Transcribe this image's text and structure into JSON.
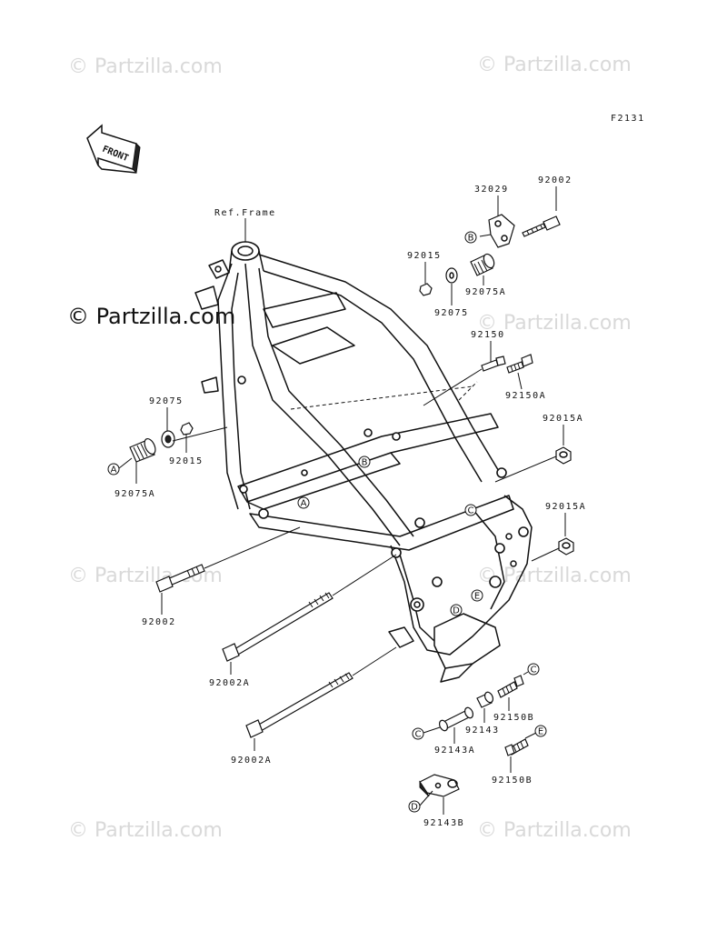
{
  "watermarks": {
    "top_left": "© Partzilla.com",
    "top_right": "© Partzilla.com",
    "mid_left": "© Partzilla.com",
    "mid_right": "© Partzilla.com",
    "low_left": "© Partzilla.com",
    "low_right": "© Partzilla.com",
    "bottom_left": "© Partzilla.com",
    "bottom_right": "© Partzilla.com",
    "prominent": "© Partzilla.com"
  },
  "figure_code": "F2131",
  "front_label": "FRONT",
  "ref_frame_label": "Ref.Frame",
  "parts": {
    "p32029": "32029",
    "p92002_top": "92002",
    "p92015_top": "92015",
    "p92075A_top": "92075A",
    "p92075_top": "92075",
    "p92150": "92150",
    "p92150A": "92150A",
    "p92075_left": "92075",
    "p92015_left": "92015",
    "p92075A_left": "92075A",
    "p92015A_1": "92015A",
    "p92015A_2": "92015A",
    "p92002_bottom": "92002",
    "p92002A_1": "92002A",
    "p92002A_2": "92002A",
    "p92143": "92143",
    "p92150B_1": "92150B",
    "p92143A": "92143A",
    "p92150B_2": "92150B",
    "p92143B": "92143B"
  },
  "callouts": {
    "B_top": "B",
    "A_left": "A",
    "B_frame": "B",
    "A_frame": "A",
    "C_frame": "C",
    "D_frame": "D",
    "E_frame": "E",
    "C_right": "C",
    "C_lower": "C",
    "E_right": "E",
    "D_lower": "D"
  }
}
